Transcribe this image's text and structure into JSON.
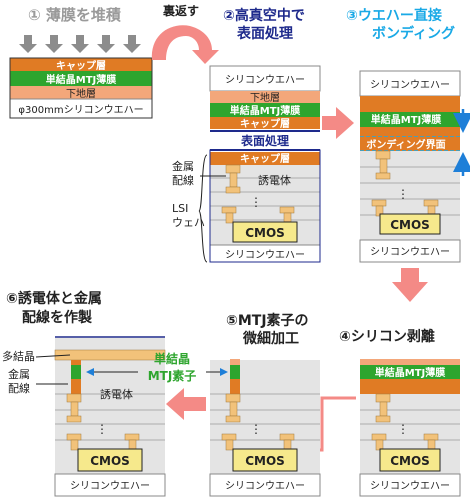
{
  "steps": {
    "s1": "① 薄膜を堆積",
    "flip": "裏返す",
    "s2a": "②高真空中で",
    "s2b": "表面処理",
    "s3a": "③ウエハー直接",
    "s3b": "ボンディング",
    "s4": "④シリコン剥離",
    "s5a": "⑤MTJ素子の",
    "s5b": "微細加工",
    "s6a": "⑥誘電体と金属",
    "s6b": "配線を作製"
  },
  "layers": {
    "cap": "キャップ層",
    "mtj": "単結晶MTJ薄膜",
    "under": "下地層",
    "wafer300": "φ300mmシリコンウエハー",
    "si_wafer": "シリコンウエハー",
    "surface": "表面処理",
    "bond_iface": "ボンディング界面",
    "dielectric": "誘電体",
    "cmos": "CMOS",
    "metal1": "金属",
    "metal2": "配線",
    "lsi1": "LSI",
    "lsi2": "ウェハ",
    "poly": "多結晶",
    "sc1": "単結晶",
    "sc2": "MTJ素子",
    "dots": "⋮"
  },
  "colors": {
    "orange": "#E07B24",
    "green": "#2EA52E",
    "salmon": "#F3A77A",
    "navy": "#1E2A8C",
    "pink": "#F48A86",
    "cyan": "#19A9E6",
    "gray_panel": "#E4E4E4",
    "cmos_yellow": "#F6E98C",
    "pillar": "#F2C27A"
  }
}
